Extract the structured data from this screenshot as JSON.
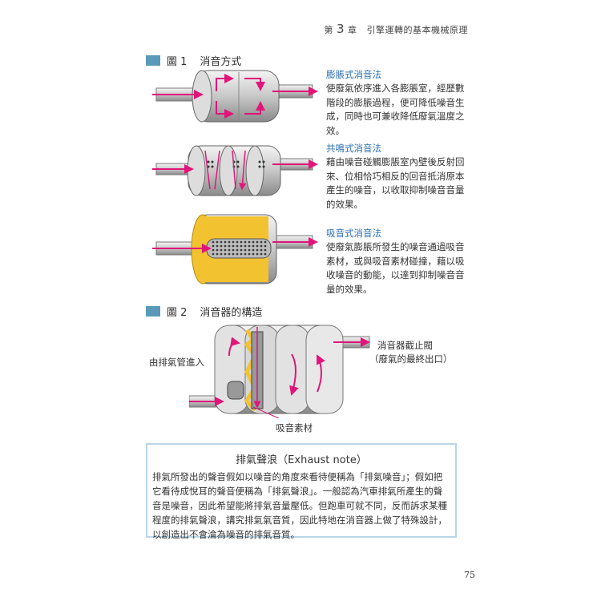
{
  "header": {
    "chapter_prefix": "第",
    "chapter_num": "3",
    "chapter_suffix": "章",
    "chapter_title": "引擎運轉的基本機械原理"
  },
  "fig1": {
    "label": "圖 1",
    "title": "消音方式",
    "methods": [
      {
        "heading": "膨脹式消音法",
        "text": "使廢氣依序進入各膨脹室，經歷數階段的膨脹過程，便可降低噪音生成，同時也可兼收降低廢氣溫度之效。"
      },
      {
        "heading": "共鳴式消音法",
        "text": "藉由噪音碰觸膨脹室內壁後反射回來、位相恰巧相反的回音抵消原本產生的噪音，以收取抑制噪音音量的效果。"
      },
      {
        "heading": "吸音式消音法",
        "text": "使廢氣膨脹所發生的噪音通過吸音素材，或與吸音素材碰撞，藉以吸收噪音的動能，以達到抑制噪音音量的效果。"
      }
    ]
  },
  "fig2": {
    "label": "圖 2",
    "title": "消音器的構造",
    "inlet_label": "由排氣管進入",
    "outlet_label": "消音器截止閥",
    "outlet_sub": "（廢氣的最終出口）",
    "material_label": "吸音素材"
  },
  "note": {
    "title": "排氣聲浪（Exhaust note）",
    "body": "排氣所發出的聲音假如以噪音的角度來看待便稱為「排氣噪音」；假如把它看待成悅耳的聲音便稱為「排氣聲浪」。一般認為汽車排氣所產生的聲音是噪音，因此希望能將排氣音量壓低。但跑車可就不同，反而訴求某種程度的排氣聲浪，講究排氣氣音質，因此特地在消音器上做了特殊設計，以創造出不會淪為噪音的排氣音質。"
  },
  "page_number": "75",
  "colors": {
    "accent": "#5a9ab8",
    "heading": "#2a6fb0",
    "arrow": "#e0157a",
    "material": "#f2c230"
  }
}
